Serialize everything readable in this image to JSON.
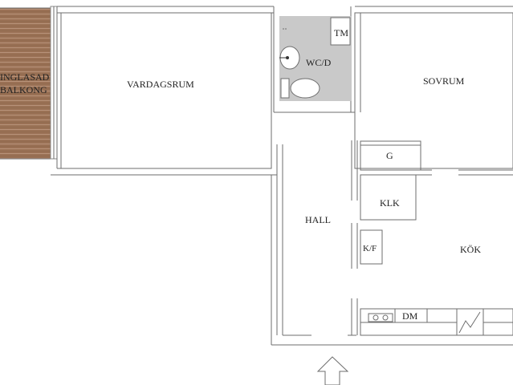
{
  "rooms": {
    "balcony": "INGLASAD\nBALKONG",
    "living": "VARDAGSRUM",
    "bath": "WC/D",
    "washer": "TM",
    "bedroom": "SOVRUM",
    "hall": "HALL",
    "wardrobe": "G",
    "closet": "KLK",
    "fridge": "K/F",
    "kitchen": "KÖK",
    "dishwasher": "DM"
  },
  "colors": {
    "balcony": "#9a7155",
    "bathroom": "#c9c9c9",
    "walls": "#6e6e6e"
  },
  "icons": [
    "entrance-arrow-icon",
    "toilet-icon",
    "sink-icon",
    "stove-icon"
  ]
}
